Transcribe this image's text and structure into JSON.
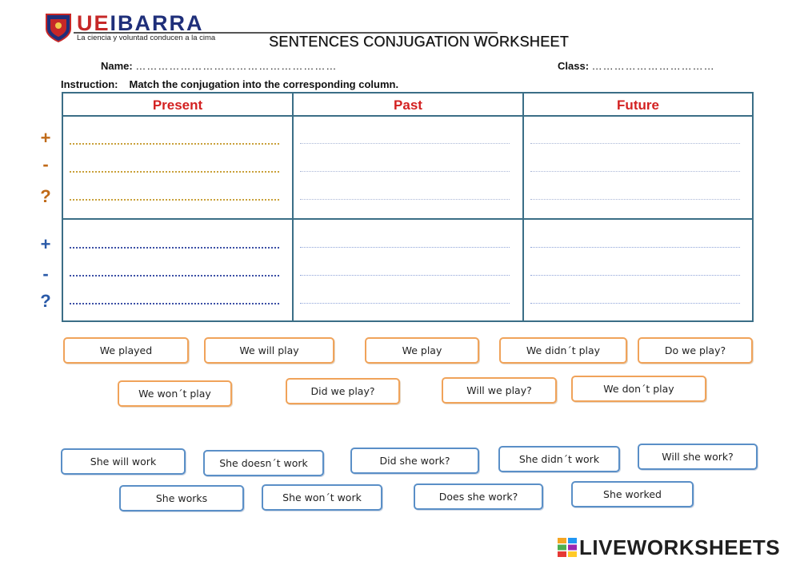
{
  "header": {
    "brand_ue": "UE",
    "brand_rest": "IBARRA",
    "motto": "La ciencia y voluntad conducen a la cima",
    "title": "SENTENCES CONJUGATION WORKSHEET",
    "name_label": "Name:",
    "name_dots": "………………………………………………",
    "class_label": "Class:",
    "class_dots": "……………………………",
    "instruction_label": "Instruction:",
    "instruction_text": "Match the conjugation into the corresponding column."
  },
  "table": {
    "columns": [
      "Present",
      "Past",
      "Future"
    ],
    "group1_symbols": [
      "+",
      "-",
      "?"
    ],
    "group2_symbols": [
      "+",
      "-",
      "?"
    ]
  },
  "cards_orange": [
    "We played",
    "We will play",
    "We play",
    "We didn´t play",
    "Do we play?",
    "We won´t play",
    "Did we play?",
    "Will we play?",
    "We don´t play"
  ],
  "cards_blue": [
    "She will work",
    "She doesn´t work",
    "Did she work?",
    "She didn´t work",
    "Will she work?",
    "She works",
    "She won´t work",
    "Does she work?",
    "She worked"
  ],
  "footer": {
    "logo_text": "LIVEWORKSHEETS"
  },
  "colors": {
    "table_border": "#3b6e86",
    "heading_red": "#d32121",
    "orange": "#f0a35a",
    "blue": "#5a8fc7"
  },
  "icons": {
    "school_logo": "school-shield-icon",
    "liveworksheets_logo": "liveworksheets-icon"
  }
}
